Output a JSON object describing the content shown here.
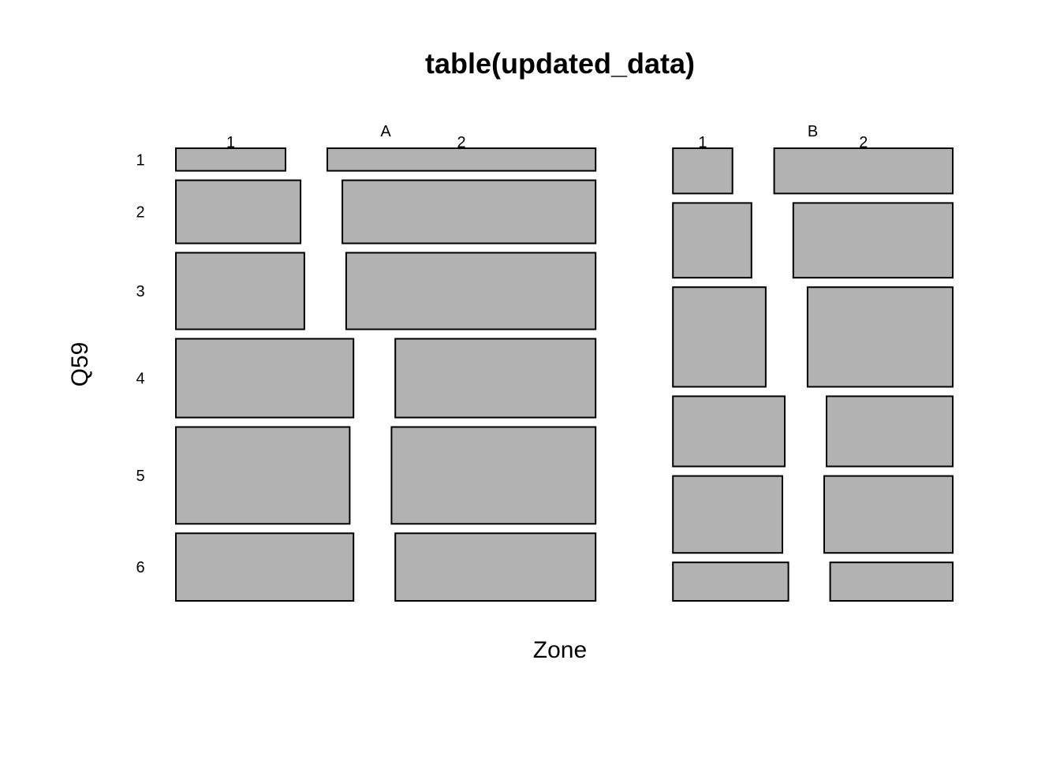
{
  "chart_data": {
    "type": "mosaic",
    "title": "table(updated_data)",
    "xlabel": "Zone",
    "ylabel": "Q59",
    "fill_color": "#b2b2b2",
    "border_color": "#000000",
    "zones": [
      "A",
      "B"
    ],
    "subgroups": [
      "1",
      "2"
    ],
    "q59_levels": [
      "1",
      "2",
      "3",
      "4",
      "5",
      "6"
    ],
    "zone_shares": [
      0.6,
      0.4
    ],
    "row_shares": {
      "A": [
        0.05,
        0.14,
        0.17,
        0.175,
        0.215,
        0.15
      ],
      "B": [
        0.1,
        0.165,
        0.22,
        0.155,
        0.17,
        0.085
      ]
    },
    "subgroup_shares": {
      "A": [
        0.29,
        0.33,
        0.34,
        0.47,
        0.46,
        0.47
      ],
      "B": [
        0.25,
        0.33,
        0.39,
        0.47,
        0.46,
        0.485
      ]
    }
  }
}
